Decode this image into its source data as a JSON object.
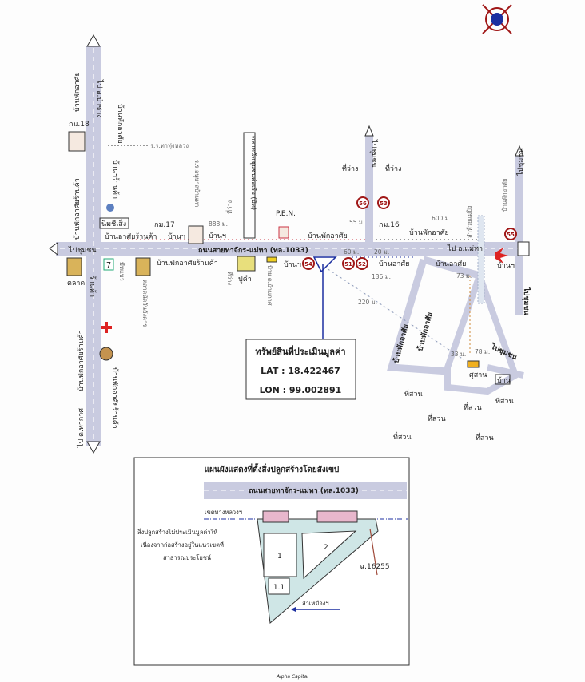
{
  "colors": {
    "road": "#c9cbe0",
    "accent": "#a01818",
    "marker": "#1c2fa0",
    "parcel": "#cfe6e6",
    "building": "#e8b7cc"
  },
  "main_road": {
    "name": "ถนนสายทาจักร-แม่ทา (ทล.1033)",
    "to_west": "ไปชุมชน",
    "to_east": "ไป อ.แม่ทา"
  },
  "left_road": {
    "to_north": "ไป อ.ป่าซาง",
    "to_south": "ไป ต.ทากาศ"
  },
  "labels": {
    "house1": "บ้านพักอาศัย",
    "house2": "บ้านพักอาศัย",
    "km18": "กม.18",
    "school1": "ร.ร.ทาทุ่งหลวง",
    "shop1": "บ้านฯร้านค้า",
    "house_shop1": "บ้านพักอาศัยร้านค้า",
    "nimsiseng": "นิมชีเส็ง",
    "residence_shop": "บ้านอาศัยร้านค้า",
    "km17": "กม.17",
    "house_etc1": "บ้านฯ",
    "school2": "ร.ร.อนุบาลบ้านทา",
    "d888": "888 ม.",
    "house_etc2": "บ้านฯ",
    "vacant1": "ที่ว่าง",
    "market_closed": "ตลาดนัดชุมชนต่อเรือ (ปิด)",
    "pen": "P.E.N.",
    "house3": "บ้านพักอาศัย",
    "market": "ตลาด",
    "shop2": "ร้านค้า",
    "seven": "7",
    "mitaew": "มีทแบว",
    "tuesday_market": "ตลาดนัดวันอังคาร",
    "house_shop2": "บ้านพักอาศัยร้านค้า",
    "vacant2": "ที่ว่าง",
    "pukham": "ปูคำ",
    "sign_bankat": "ป้าย ต.บ้านกาศ",
    "house_etc3": "บ้านฯ",
    "house_shop3": "บ้านพักอาศัยร้านค้า",
    "house_shop4": "บ้านพักอาศัยร้านค้า",
    "to_community_n": "ไปชุมชน",
    "vacant3": "ที่ว่าง",
    "vacant4": "ที่ว่าง",
    "d55": "55 ม.",
    "d60": "60 ม.",
    "d20": "20 ม.",
    "km16": "กม.16",
    "d600": "600 ม.",
    "house4": "บ้านพักอาศัย",
    "creek": "ลำห้วยแม่ปิง",
    "house5": "บ้านพักอาศัย",
    "to_community_ne": "ไปชุมชน",
    "residence1": "บ้านอาศัย",
    "residence2": "บ้านอาศัย",
    "d73": "73 ม.",
    "house_etc4": "บ้านฯ",
    "d136": "136 ม.",
    "d220": "220 ม.",
    "house6": "บ้านพักอาศัย",
    "house7": "บ้านพักอาศัย",
    "d33": "33 ม.",
    "d78": "78 ม.",
    "cemetery": "ศุสาน",
    "to_community_se": "ไปชุมชน",
    "to_community_e": "ไปชุมชน",
    "ban": "บ้าน",
    "garden1": "ที่สวน",
    "garden2": "ที่สวน",
    "garden3": "ที่สวน",
    "garden4": "ที่สวน",
    "garden5": "ที่สวน",
    "garden6": "ที่สวน"
  },
  "signs": [
    "54",
    "51",
    "52",
    "56",
    "53",
    "55"
  ],
  "property": {
    "title": "ทรัพย์สินที่ประเมินมูลค่า",
    "lat": "LAT : 18.422467",
    "lon": "LON : 99.002891"
  },
  "inset": {
    "title": "แผนผังแสดงที่ตั้งสิ่งปลูกสร้างโดยสังเขป",
    "road": "ถนนสายทาจักร-แม่ทา (ทล.1033)",
    "setback": "เขตทางหลวงฯ",
    "note": [
      "สิ่งปลูกสร้างไม่ประเมินมูลค่าให้",
      "เนื่องจากก่อสร้างอยู่ในแนวเขตที่",
      "สาธารณประโยชน์"
    ],
    "b1": "1",
    "b11": "1.1",
    "b2": "2",
    "deed": "ฉ.16255",
    "ditch": "ลำเหมืองฯ"
  },
  "footer": "Alpha Capital"
}
